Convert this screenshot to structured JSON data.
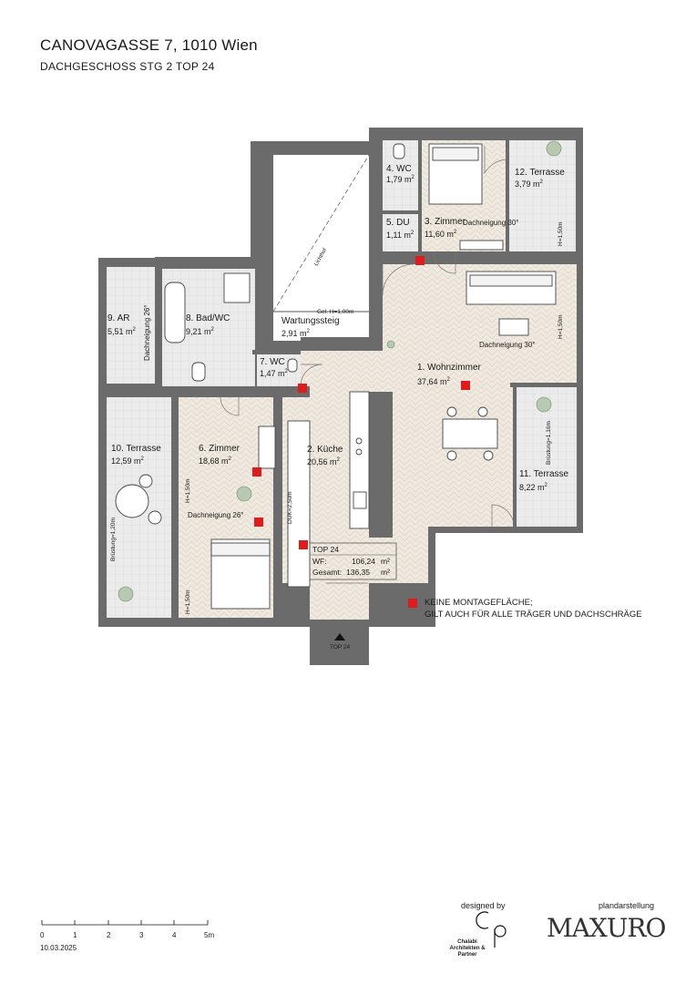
{
  "header": {
    "title": "CANOVAGASSE 7, 1010 Wien",
    "subtitle": "DACHGESCHOSS STG 2 TOP 24"
  },
  "rooms": [
    {
      "name": "1. Wohnzimmer",
      "area": "37,64"
    },
    {
      "name": "2. Küche",
      "area": "20,56"
    },
    {
      "name": "3. Zimmer",
      "area": "11,60"
    },
    {
      "name": "4. WC",
      "area": "1,79"
    },
    {
      "name": "5. DU",
      "area": "1,11"
    },
    {
      "name": "6. Zimmer",
      "area": "18,68"
    },
    {
      "name": "7. WC",
      "area": "1,47"
    },
    {
      "name": "8. Bad/WC",
      "area": "9,21"
    },
    {
      "name": "9. AR",
      "area": "5,51"
    },
    {
      "name": "10. Terrasse",
      "area": "12,59"
    },
    {
      "name": "11. Terrasse",
      "area": "8,22"
    },
    {
      "name": "12. Terrasse",
      "area": "3,79"
    },
    {
      "name": "Wartungssteig",
      "area": "2,91"
    }
  ],
  "unit": "m",
  "unit_sup": "2",
  "annotations": {
    "dachneigung_30": "Dachneigung 30°",
    "dachneigung_26": "Dachneigung 26°",
    "gel": "Gel. H=1,00m",
    "lichthof": "Lichthof",
    "duk": "DUK=2,50m",
    "h150": "H=1,50m",
    "brustung_120": "Brüstung=1,20m",
    "brustung_116": "Brüstung=1,16m",
    "entrance": "TOP 24"
  },
  "summary": {
    "top": "TOP 24",
    "wf_label": "WF:",
    "wf_value": "106,24",
    "gesamt_label": "Gesamt:",
    "gesamt_value": "136,35",
    "unit": "m²"
  },
  "legend": {
    "line1": "KEINE MONTAGEFLÄCHE;",
    "line2": "GILT AUCH FÜR ALLE TRÄGER UND DACHSCHRÄGE",
    "color": "#e01b1b"
  },
  "scale": {
    "ticks": [
      "0",
      "1",
      "2",
      "3",
      "4",
      "5m"
    ]
  },
  "date": "10.03.2025",
  "credits": {
    "designed_by": "designed by",
    "architect": "Chalabi Architekten & Partner",
    "plandarstellung": "plandarstellung",
    "studio": "MAXURO"
  },
  "colors": {
    "wall": "#6b6b6b",
    "floor": "#efe9df",
    "terrace": "#e6e6e6",
    "marker": "#e01b1b"
  }
}
